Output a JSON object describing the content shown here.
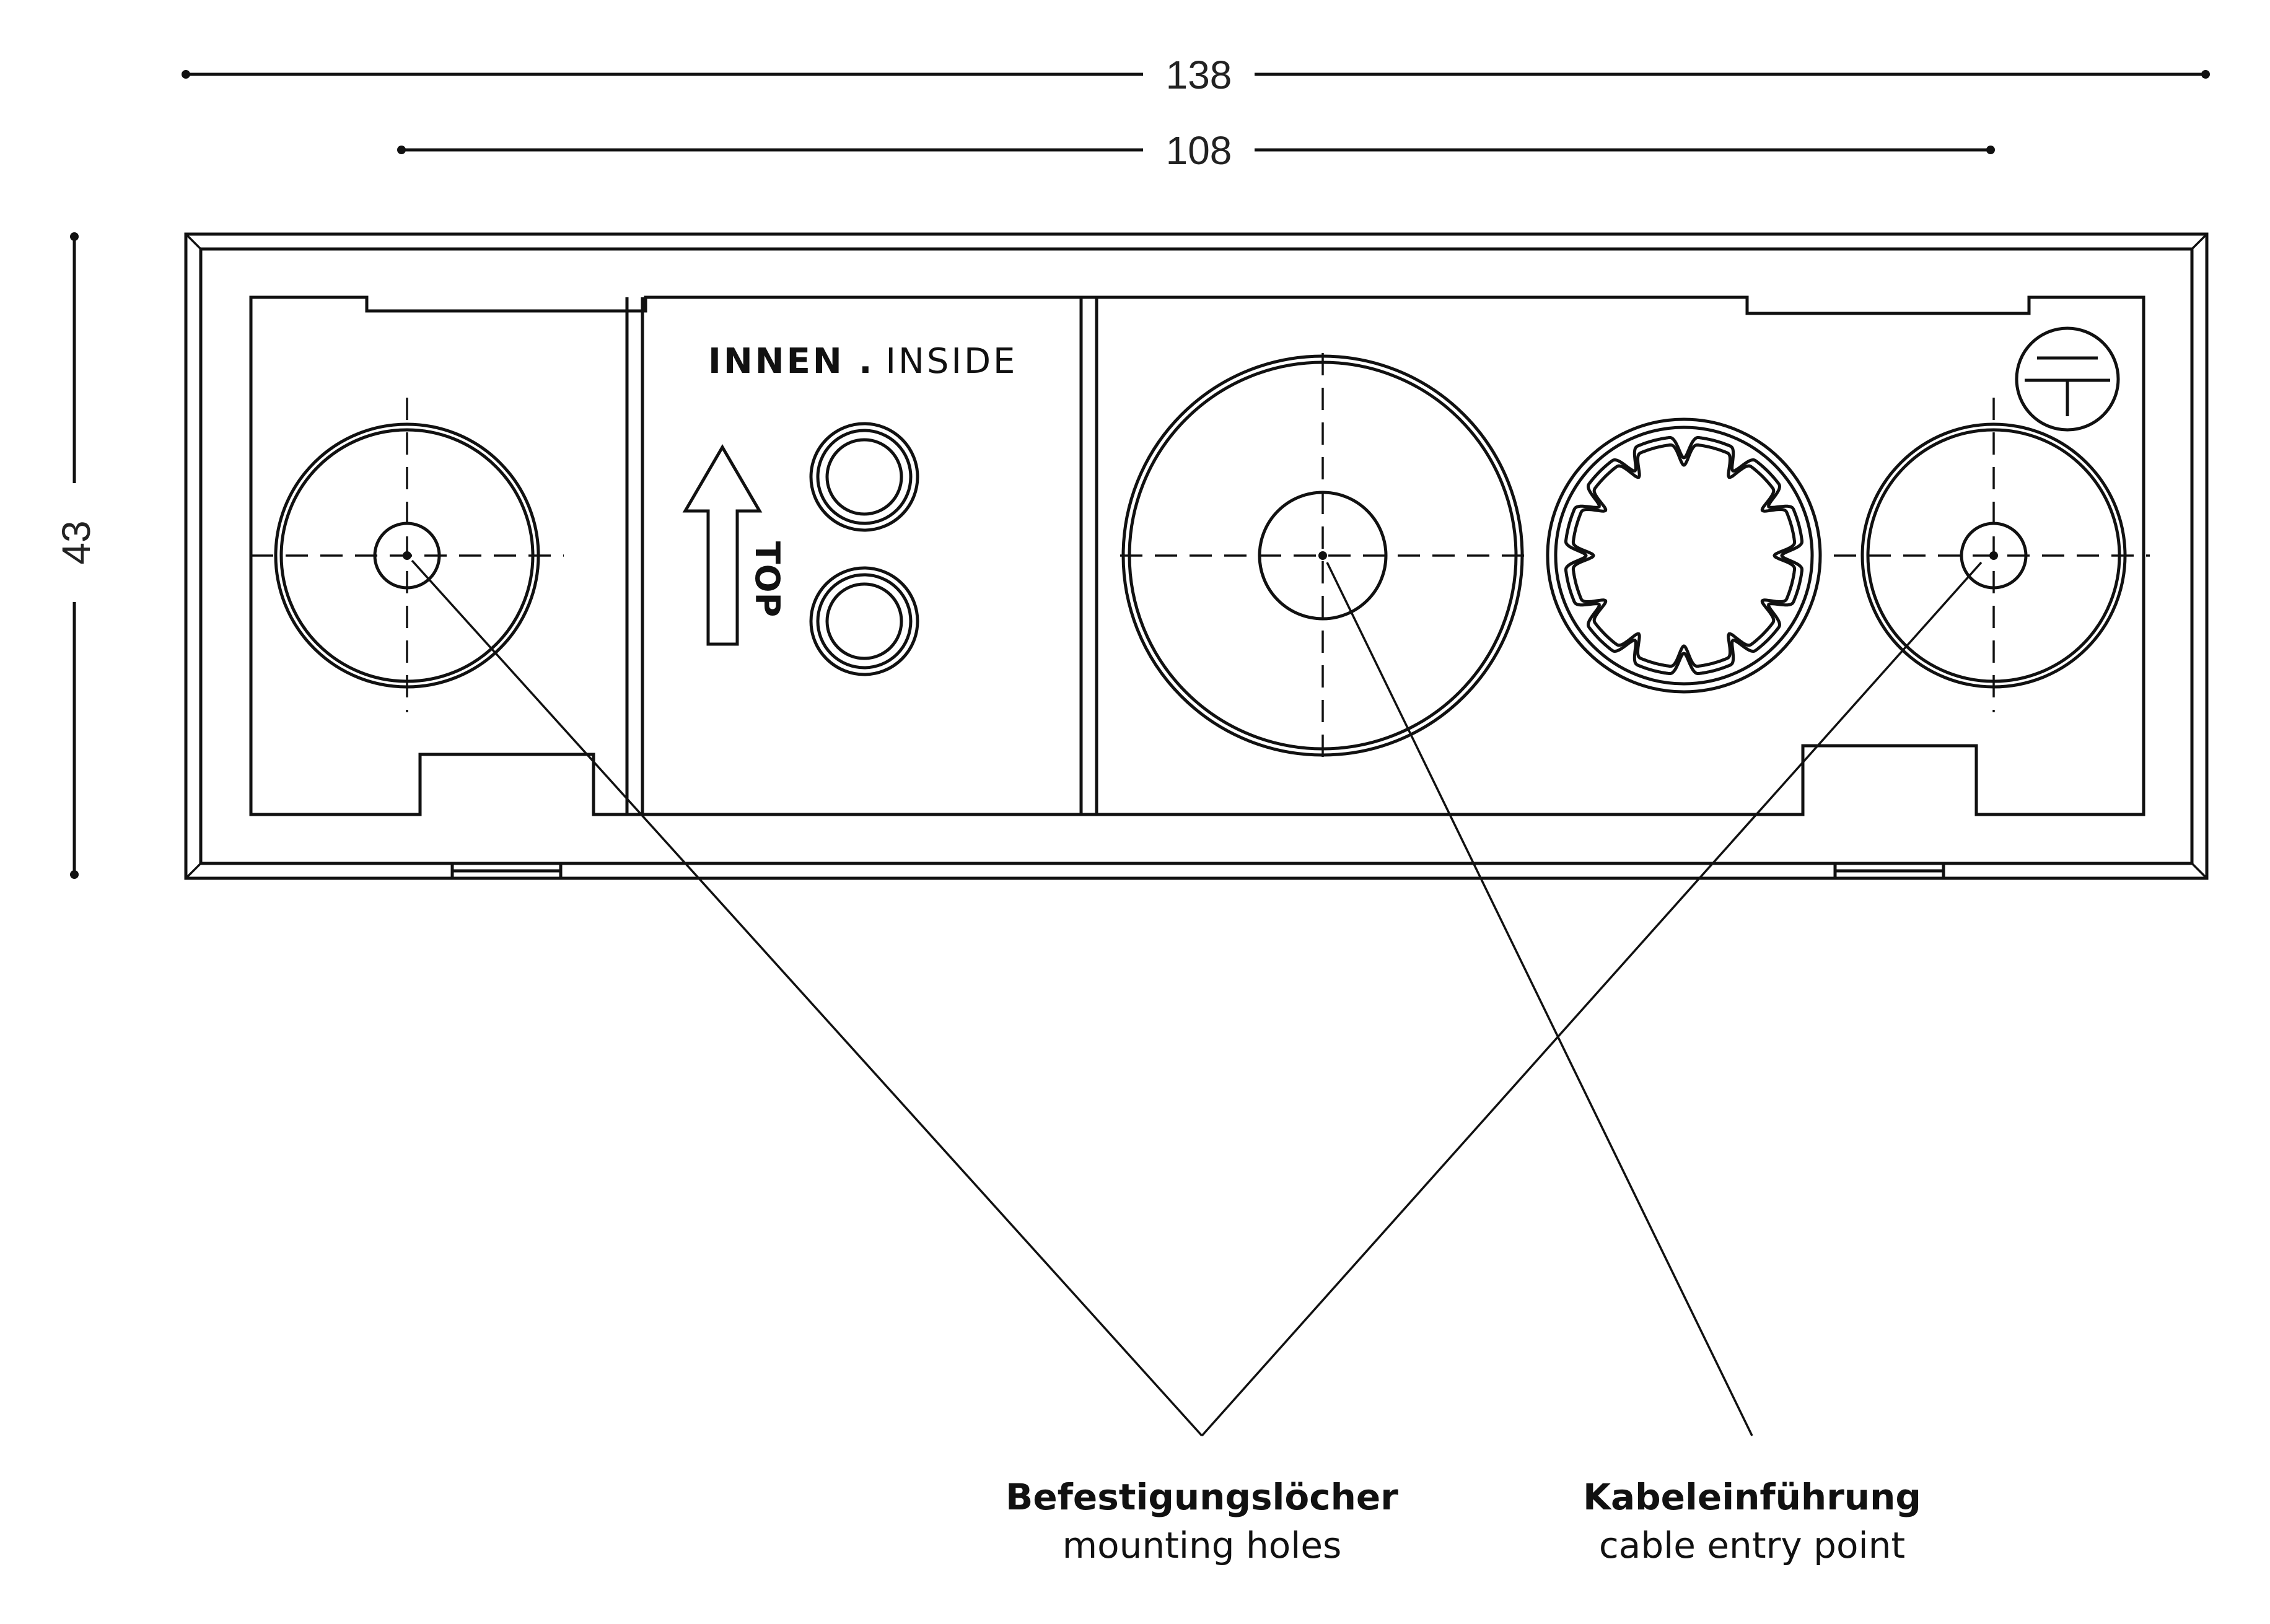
{
  "dimensions": {
    "overall_width": "138",
    "hole_spacing": "108",
    "height": "43"
  },
  "panel": {
    "title_bold": "INNEN .",
    "title_light": "INSIDE",
    "arrow_label": "TOP"
  },
  "callouts": {
    "mounting": {
      "de": "Befestigungslöcher",
      "en": "mounting holes"
    },
    "cable": {
      "de": "Kabeleinführung",
      "en": "cable entry point"
    }
  },
  "icons": [
    "ground-symbol-icon",
    "up-arrow-icon"
  ]
}
